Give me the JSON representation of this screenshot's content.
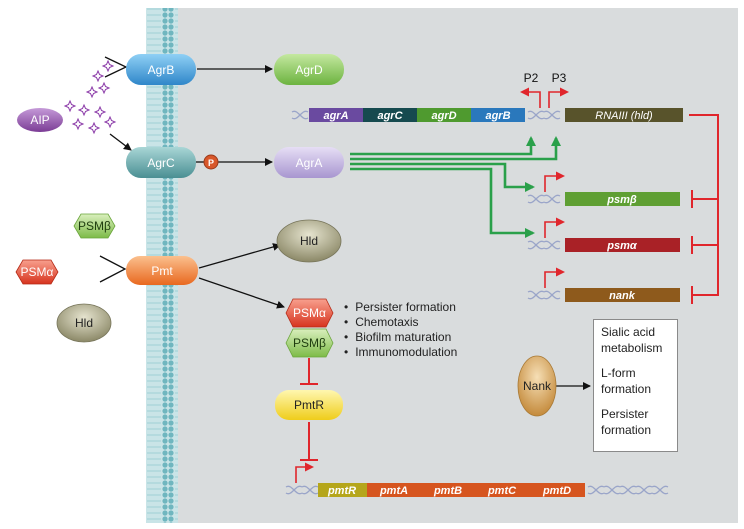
{
  "outside": {
    "aip": "AIP",
    "psm_beta": "PSMβ",
    "psm_alpha": "PSMα",
    "hld": "Hld"
  },
  "membrane_proteins": {
    "agrb": "AgrB",
    "agrc": "AgrC",
    "pmt": "Pmt",
    "phospho": "P"
  },
  "cytoplasm": {
    "agrd": "AgrD",
    "agra": "AgrA",
    "hld": "Hld",
    "psm_alpha": "PSMα",
    "psm_beta": "PSMβ",
    "pmtr": "PmtR",
    "nank": "Nank"
  },
  "promoters": {
    "p2": "P2",
    "p3": "P3"
  },
  "agr_operon": [
    "agrA",
    "agrC",
    "agrD",
    "agrB"
  ],
  "rnaiii": "RNAIII (hld)",
  "regulated_genes": [
    "psmβ",
    "psmα",
    "nank"
  ],
  "pmt_operon": [
    "pmtR",
    "pmtA",
    "pmtB",
    "pmtC",
    "pmtD"
  ],
  "psm_functions": [
    "Persister formation",
    "Chemotaxis",
    "Biofilm maturation",
    "Immunomodulation"
  ],
  "nank_functions": [
    "Sialic acid metabolism",
    "L-form formation",
    "Persister formation"
  ],
  "colors": {
    "activation": "#2aa04a",
    "repression": "#e0262c",
    "cytoplasm": "#d9dcdd"
  }
}
